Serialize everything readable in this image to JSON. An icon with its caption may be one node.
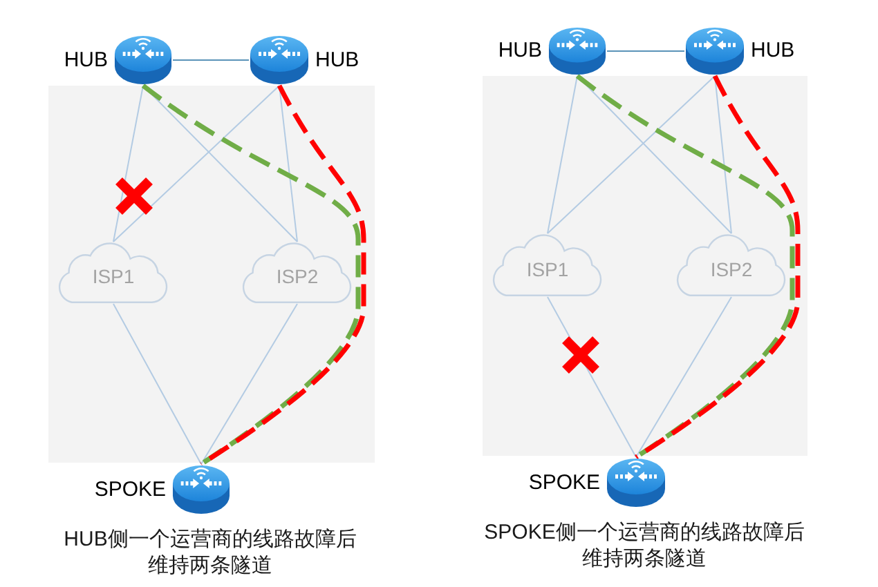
{
  "diagram": {
    "nodes": [
      {
        "text": [],
        "shape": "picture",
        "beside": [
          "HUB"
        ]
      },
      {
        "text": [],
        "shape": "picture",
        "beside": [
          "HUB"
        ]
      },
      {
        "text": [],
        "shape": "box"
      },
      {
        "text": [
          "ISP1"
        ],
        "in": 2
      },
      {
        "text": [
          "ISP2"
        ],
        "in": 2
      },
      {
        "text": [],
        "shape": "picture",
        "beside": [
          "SPOKE"
        ]
      },
      {
        "text": [],
        "shape": "picture",
        "beside": [
          "HUB"
        ]
      },
      {
        "text": [],
        "shape": "picture",
        "beside": [
          "HUB"
        ]
      },
      {
        "text": [],
        "shape": "box"
      },
      {
        "text": [
          "ISP1"
        ],
        "in": 8
      },
      {
        "text": [
          "ISP2"
        ],
        "in": 8
      },
      {
        "text": [],
        "shape": "picture",
        "beside": [
          "SPOKE"
        ]
      }
    ],
    "edges": [
      {
        "from": 0,
        "to": 1,
        "arrow": "none",
        "color": "#5a93b8"
      },
      {
        "from": 0,
        "to": 3,
        "arrow": "none"
      },
      {
        "from": 0,
        "to": 4,
        "arrow": "none"
      },
      {
        "from": 1,
        "to": 3,
        "arrow": "none"
      },
      {
        "from": 1,
        "to": 4,
        "arrow": "none"
      },
      {
        "from": 3,
        "to": 5,
        "arrow": "none"
      },
      {
        "from": 4,
        "to": 5,
        "arrow": "none"
      },
      {
        "from": 0,
        "to": 5,
        "arrow": "none",
        "style": "dashed",
        "color": "#70ad47"
      },
      {
        "from": 1,
        "to": 5,
        "arrow": "none",
        "style": "dashed",
        "color": "#ff0000"
      },
      {
        "from": 6,
        "to": 7,
        "arrow": "none",
        "color": "#5a93b8"
      },
      {
        "from": 6,
        "to": 9,
        "arrow": "none"
      },
      {
        "from": 6,
        "to": 10,
        "arrow": "none"
      },
      {
        "from": 7,
        "to": 9,
        "arrow": "none"
      },
      {
        "from": 7,
        "to": 10,
        "arrow": "none"
      },
      {
        "from": 9,
        "to": 11,
        "arrow": "none"
      },
      {
        "from": 10,
        "to": 11,
        "arrow": "none"
      },
      {
        "from": 6,
        "to": 11,
        "arrow": "none",
        "style": "dashed",
        "color": "#70ad47"
      },
      {
        "from": 7,
        "to": 11,
        "arrow": "none",
        "style": "dashed",
        "color": "#ff0000"
      }
    ],
    "labels": [
      "HUB侧一个运营商的线路故障后维持两条隧道",
      "SPOKE侧一个运营商的线路故障后维持两条隧道"
    ]
  }
}
